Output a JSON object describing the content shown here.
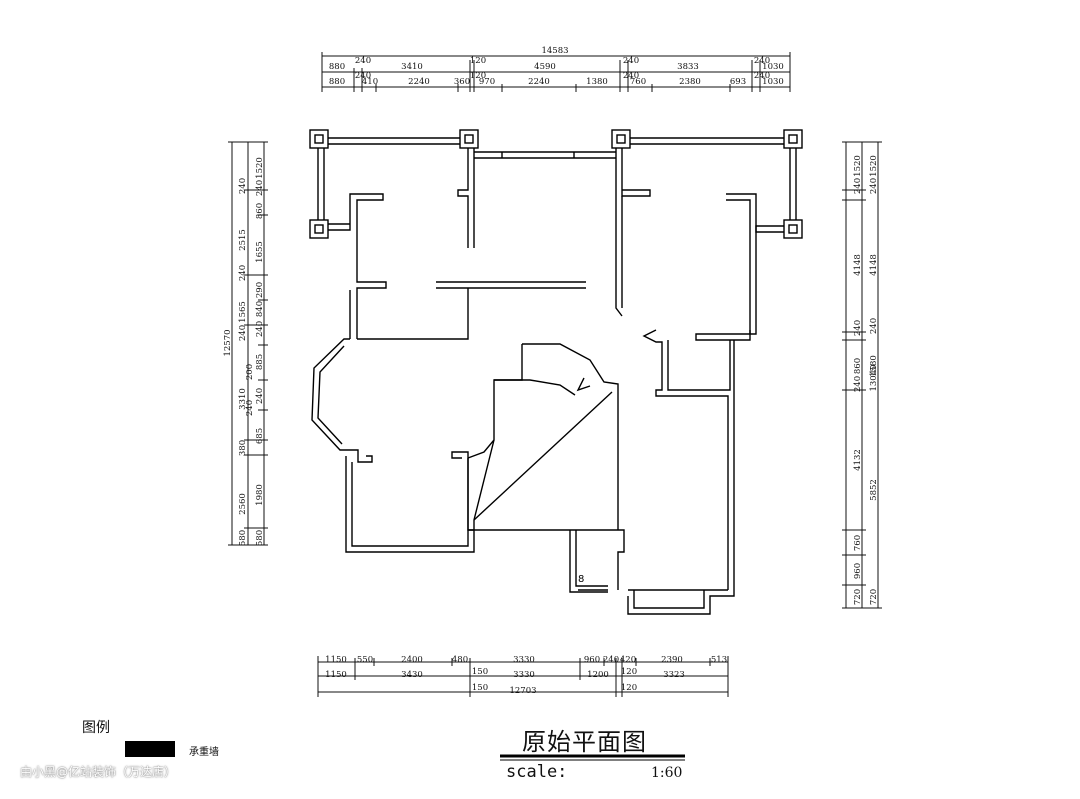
{
  "drawing": {
    "title": "原始平面图",
    "scale_label": "scale:",
    "scale_value": "1:60"
  },
  "legend": {
    "heading": "图例",
    "items": [
      {
        "label": "承重墙",
        "swatch_color": "#000000"
      }
    ]
  },
  "watermark": "由小黑@亿站装饰（万达店）",
  "dimensions": {
    "top": {
      "total": "14583",
      "row1": [
        "880",
        "240",
        "3410",
        "120",
        "4590",
        "240",
        "3833",
        "240",
        "1030"
      ],
      "row2": [
        "880",
        "240",
        "410",
        "2240",
        "360",
        "120",
        "970",
        "2240",
        "1380",
        "240",
        "760",
        "2380",
        "693",
        "240",
        "1030"
      ]
    },
    "left": {
      "total": "12570",
      "outer": [
        "240",
        "2515",
        "240",
        "1565",
        "240",
        "3310",
        "380",
        "2560",
        "580"
      ],
      "inner": [
        "1520",
        "240",
        "860",
        "1655",
        "240",
        "240",
        "840",
        "240",
        "885",
        "240",
        "240",
        "685",
        "240",
        "1980",
        "580",
        "290",
        "240",
        "200",
        "240",
        "240"
      ]
    },
    "right": {
      "total": "13040",
      "outer": [
        "1520",
        "240",
        "4148",
        "240",
        "860",
        "240",
        "240",
        "4132",
        "760",
        "960",
        "720"
      ],
      "inner": [
        "1520",
        "240",
        "4148",
        "240",
        "1580",
        "240",
        "5852",
        "720"
      ]
    },
    "bottom": {
      "total": "12703",
      "row1": [
        "1150",
        "550",
        "2400",
        "480",
        "3330",
        "960",
        "240",
        "420",
        "2390",
        "513"
      ],
      "row2": [
        "1150",
        "3430",
        "150",
        "3330",
        "1200",
        "120",
        "3323"
      ],
      "row3": [
        "150",
        "120"
      ]
    }
  },
  "plan_text": {
    "door_marker": "8"
  }
}
